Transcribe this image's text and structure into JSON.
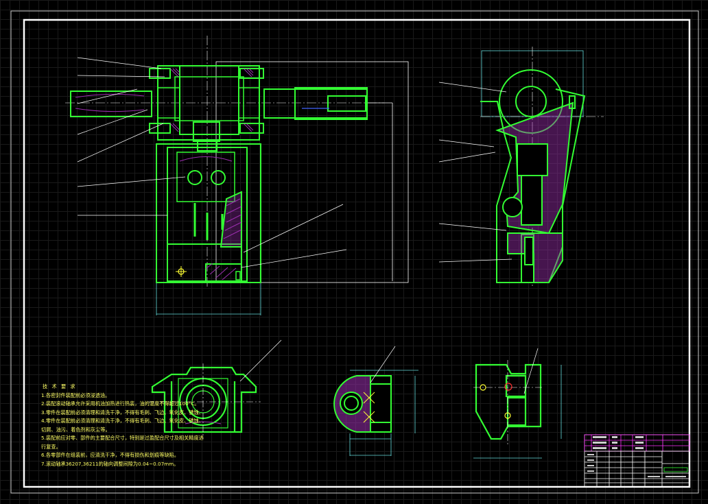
{
  "drawing": {
    "colors": {
      "background": "#000000",
      "outline": "#33ff33",
      "border": "#ffffff",
      "hatch": "#9b2fae",
      "centerline": "#ffffff",
      "dimension": "#66dddd",
      "leader": "#ffffff",
      "notes_text": "#ffff66",
      "title_block_accent": "#ff33ff"
    },
    "technical_requirements": {
      "heading": "技 术 要 求",
      "items": [
        "1.各密封件装配前必须浸透油。",
        "2.装配滚动轴承允许采用机油加热进行热装，油的温度不得超过100°C。",
        "3.零件在装配前必须清理和清洗干净，不得有毛刺、飞边、氧化皮、锈蚀、",
        "4.零件在装配前必须清理和清洗干净，不得有毛刺、飞边、氧化皮、锈蚀、",
        "切屑、油污、着色剂和灰尘等。",
        "5.装配前应对零、部件的主要配合尺寸，特别是过盈配合尺寸及相关精度进",
        "行复查。",
        "6.各零部件在组装前，应清洗干净，不得有损伤和划痕等缺陷。",
        "7.滚动轴承36207,36211的轴向调整间隙为0.04~0.07mm。"
      ]
    },
    "views": [
      {
        "name": "main-assembly-front-view"
      },
      {
        "name": "side-section-view"
      },
      {
        "name": "detail-view-a"
      },
      {
        "name": "detail-view-b"
      },
      {
        "name": "detail-view-c"
      }
    ],
    "title_block": {}
  }
}
